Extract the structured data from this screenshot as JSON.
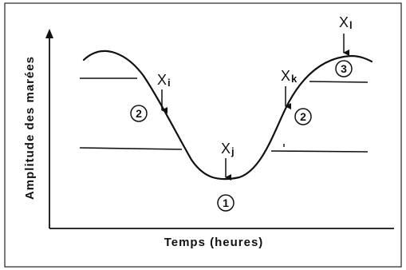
{
  "y_axis_label": "Amplitude des marées",
  "x_axis_label": "Temps (heures)",
  "markers": [
    {
      "main": "X",
      "sub": "i"
    },
    {
      "main": "X",
      "sub": "j"
    },
    {
      "main": "X",
      "sub": "k"
    },
    {
      "main": "X",
      "sub": "l"
    }
  ],
  "zones": [
    "2",
    "1",
    "2",
    "3"
  ],
  "colors": {
    "ink": "#111111",
    "background": "#ffffff"
  }
}
